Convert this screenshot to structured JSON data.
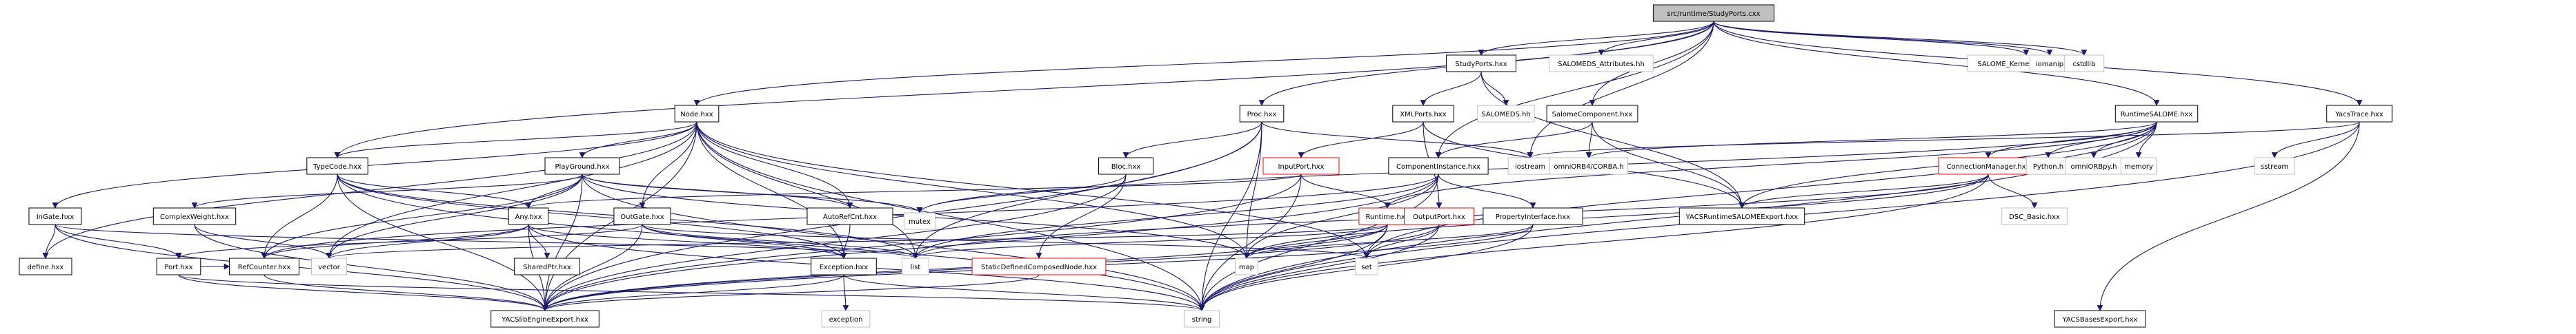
{
  "diagram": {
    "title": "src/runtime/StudyPorts.cxx",
    "kind": "include-dependency-graph",
    "colors": {
      "edge": "#191970",
      "node_border": "#000000",
      "external_border": "#bfbfbf",
      "truncated_border": "#ff0000",
      "root_fill": "#bfbfbf"
    },
    "nodes": [
      {
        "id": "root",
        "label": "src/runtime/StudyPorts.cxx",
        "style": "root"
      },
      {
        "id": "StudyPorts",
        "label": "StudyPorts.hxx",
        "style": "normal"
      },
      {
        "id": "SALOMEDS_Attributes",
        "label": "SALOMEDS_Attributes.hh",
        "style": "external"
      },
      {
        "id": "SALOME_KernelServices",
        "label": "SALOME_KernelServices.hxx",
        "style": "external"
      },
      {
        "id": "iomanip",
        "label": "iomanip",
        "style": "external"
      },
      {
        "id": "cstdlib",
        "label": "cstdlib",
        "style": "external"
      },
      {
        "id": "Node",
        "label": "Node.hxx",
        "style": "normal"
      },
      {
        "id": "Proc",
        "label": "Proc.hxx",
        "style": "normal"
      },
      {
        "id": "XMLPorts",
        "label": "XMLPorts.hxx",
        "style": "normal"
      },
      {
        "id": "SALOMEDS",
        "label": "SALOMEDS.hh",
        "style": "external"
      },
      {
        "id": "SalomeComponent",
        "label": "SalomeComponent.hxx",
        "style": "normal"
      },
      {
        "id": "RuntimeSALOME",
        "label": "RuntimeSALOME.hxx",
        "style": "normal"
      },
      {
        "id": "YacsTrace",
        "label": "YacsTrace.hxx",
        "style": "normal"
      },
      {
        "id": "TypeCode",
        "label": "TypeCode.hxx",
        "style": "normal"
      },
      {
        "id": "PlayGround",
        "label": "PlayGround.hxx",
        "style": "normal"
      },
      {
        "id": "Bloc",
        "label": "Bloc.hxx",
        "style": "normal"
      },
      {
        "id": "InputPort",
        "label": "InputPort.hxx",
        "style": "truncated"
      },
      {
        "id": "ComponentInstance",
        "label": "ComponentInstance.hxx",
        "style": "normal"
      },
      {
        "id": "iostream",
        "label": "iostream",
        "style": "external"
      },
      {
        "id": "omniORB4",
        "label": "omniORB4/CORBA.h",
        "style": "external"
      },
      {
        "id": "ConnectionManager",
        "label": "ConnectionManager.hxx",
        "style": "truncated"
      },
      {
        "id": "Python",
        "label": "Python.h",
        "style": "external"
      },
      {
        "id": "omniORBpy",
        "label": "omniORBpy.h",
        "style": "external"
      },
      {
        "id": "memory",
        "label": "memory",
        "style": "external"
      },
      {
        "id": "sstream",
        "label": "sstream",
        "style": "external"
      },
      {
        "id": "InGate",
        "label": "InGate.hxx",
        "style": "normal"
      },
      {
        "id": "ComplexWeight",
        "label": "ComplexWeight.hxx",
        "style": "normal"
      },
      {
        "id": "Any",
        "label": "Any.hxx",
        "style": "normal"
      },
      {
        "id": "OutGate",
        "label": "OutGate.hxx",
        "style": "normal"
      },
      {
        "id": "AutoRefCnt",
        "label": "AutoRefCnt.hxx",
        "style": "normal"
      },
      {
        "id": "mutex",
        "label": "mutex",
        "style": "external"
      },
      {
        "id": "Runtime",
        "label": "Runtime.hxx",
        "style": "truncated"
      },
      {
        "id": "OutputPort",
        "label": "OutputPort.hxx",
        "style": "truncated"
      },
      {
        "id": "PropertyInterface",
        "label": "PropertyInterface.hxx",
        "style": "normal"
      },
      {
        "id": "YACSRuntimeSALOMEExport",
        "label": "YACSRuntimeSALOMEExport.hxx",
        "style": "normal"
      },
      {
        "id": "DSC_Basic",
        "label": "DSC_Basic.hxx",
        "style": "external"
      },
      {
        "id": "define",
        "label": "define.hxx",
        "style": "normal"
      },
      {
        "id": "Port",
        "label": "Port.hxx",
        "style": "normal"
      },
      {
        "id": "RefCounter",
        "label": "RefCounter.hxx",
        "style": "normal"
      },
      {
        "id": "vector",
        "label": "vector",
        "style": "external"
      },
      {
        "id": "SharedPtr",
        "label": "SharedPtr.hxx",
        "style": "normal"
      },
      {
        "id": "Exception",
        "label": "Exception.hxx",
        "style": "normal"
      },
      {
        "id": "list",
        "label": "list",
        "style": "external"
      },
      {
        "id": "StaticDefinedComposedNode",
        "label": "StaticDefinedComposedNode.hxx",
        "style": "truncated"
      },
      {
        "id": "map",
        "label": "map",
        "style": "external"
      },
      {
        "id": "set",
        "label": "set",
        "style": "external"
      },
      {
        "id": "YACSlibEngineExport",
        "label": "YACSlibEngineExport.hxx",
        "style": "normal"
      },
      {
        "id": "exception",
        "label": "exception",
        "style": "external"
      },
      {
        "id": "string",
        "label": "string",
        "style": "external"
      },
      {
        "id": "YACSBasesExport",
        "label": "YACSBasesExport.hxx",
        "style": "normal"
      }
    ],
    "edges": [
      [
        "root",
        "StudyPorts"
      ],
      [
        "root",
        "SALOMEDS_Attributes"
      ],
      [
        "root",
        "SALOME_KernelServices"
      ],
      [
        "root",
        "iomanip"
      ],
      [
        "root",
        "cstdlib"
      ],
      [
        "root",
        "Node"
      ],
      [
        "root",
        "Proc"
      ],
      [
        "root",
        "ComponentInstance"
      ],
      [
        "root",
        "iostream"
      ],
      [
        "root",
        "SalomeComponent"
      ],
      [
        "root",
        "RuntimeSALOME"
      ],
      [
        "root",
        "YacsTrace"
      ],
      [
        "root",
        "TypeCode"
      ],
      [
        "StudyPorts",
        "XMLPorts"
      ],
      [
        "StudyPorts",
        "SALOMEDS"
      ],
      [
        "StudyPorts",
        "YACSRuntimeSALOMEExport"
      ],
      [
        "Node",
        "InGate"
      ],
      [
        "Node",
        "define"
      ],
      [
        "Node",
        "TypeCode"
      ],
      [
        "Node",
        "PlayGround"
      ],
      [
        "Node",
        "OutGate"
      ],
      [
        "Node",
        "AutoRefCnt"
      ],
      [
        "Node",
        "Exception"
      ],
      [
        "Node",
        "list"
      ],
      [
        "Node",
        "map"
      ],
      [
        "Node",
        "set"
      ],
      [
        "Node",
        "string"
      ],
      [
        "Node",
        "vector"
      ],
      [
        "Node",
        "YACSlibEngineExport"
      ],
      [
        "Proc",
        "Bloc"
      ],
      [
        "Proc",
        "map"
      ],
      [
        "Proc",
        "string"
      ],
      [
        "Proc",
        "list"
      ],
      [
        "Proc",
        "iostream"
      ],
      [
        "Proc",
        "YACSlibEngineExport"
      ],
      [
        "XMLPorts",
        "InputPort"
      ],
      [
        "XMLPorts",
        "OutputPort"
      ],
      [
        "XMLPorts",
        "YACSRuntimeSALOMEExport"
      ],
      [
        "SalomeComponent",
        "ComponentInstance"
      ],
      [
        "SalomeComponent",
        "omniORB4"
      ],
      [
        "SalomeComponent",
        "YACSRuntimeSALOMEExport"
      ],
      [
        "RuntimeSALOME",
        "ConnectionManager"
      ],
      [
        "RuntimeSALOME",
        "Python"
      ],
      [
        "RuntimeSALOME",
        "omniORBpy"
      ],
      [
        "RuntimeSALOME",
        "memory"
      ],
      [
        "RuntimeSALOME",
        "omniORB4"
      ],
      [
        "RuntimeSALOME",
        "Runtime"
      ],
      [
        "RuntimeSALOME",
        "YACSRuntimeSALOMEExport"
      ],
      [
        "RuntimeSALOME",
        "mutex"
      ],
      [
        "RuntimeSALOME",
        "set"
      ],
      [
        "RuntimeSALOME",
        "string"
      ],
      [
        "YacsTrace",
        "iostream"
      ],
      [
        "YacsTrace",
        "sstream"
      ],
      [
        "YacsTrace",
        "YACSBasesExport"
      ],
      [
        "YacsTrace",
        "string"
      ],
      [
        "TypeCode",
        "Any"
      ],
      [
        "TypeCode",
        "RefCounter"
      ],
      [
        "TypeCode",
        "Exception"
      ],
      [
        "TypeCode",
        "string"
      ],
      [
        "TypeCode",
        "list"
      ],
      [
        "TypeCode",
        "YACSlibEngineExport"
      ],
      [
        "PlayGround",
        "ComplexWeight"
      ],
      [
        "PlayGround",
        "Any"
      ],
      [
        "PlayGround",
        "AutoRefCnt"
      ],
      [
        "PlayGround",
        "mutex"
      ],
      [
        "PlayGround",
        "vector"
      ],
      [
        "PlayGround",
        "map"
      ],
      [
        "PlayGround",
        "string"
      ],
      [
        "PlayGround",
        "RefCounter"
      ],
      [
        "PlayGround",
        "YACSlibEngineExport"
      ],
      [
        "Bloc",
        "StaticDefinedComposedNode"
      ],
      [
        "Bloc",
        "mutex"
      ],
      [
        "Bloc",
        "YACSlibEngineExport"
      ],
      [
        "InputPort",
        "Any"
      ],
      [
        "InputPort",
        "Runtime"
      ],
      [
        "InputPort",
        "string"
      ],
      [
        "InputPort",
        "YACSlibEngineExport"
      ],
      [
        "ComponentInstance",
        "PropertyInterface"
      ],
      [
        "ComponentInstance",
        "RefCounter"
      ],
      [
        "ComponentInstance",
        "map"
      ],
      [
        "ComponentInstance",
        "list"
      ],
      [
        "ComponentInstance",
        "string"
      ],
      [
        "ComponentInstance",
        "YACSlibEngineExport"
      ],
      [
        "ConnectionManager",
        "YACSRuntimeSALOMEExport"
      ],
      [
        "ConnectionManager",
        "DSC_Basic"
      ],
      [
        "ConnectionManager",
        "map"
      ],
      [
        "ConnectionManager",
        "string"
      ],
      [
        "ConnectionManager",
        "list"
      ],
      [
        "InGate",
        "define"
      ],
      [
        "InGate",
        "Port"
      ],
      [
        "InGate",
        "list"
      ],
      [
        "InGate",
        "YACSlibEngineExport"
      ],
      [
        "ComplexWeight",
        "vector"
      ],
      [
        "ComplexWeight",
        "YACSlibEngineExport"
      ],
      [
        "Any",
        "RefCounter"
      ],
      [
        "Any",
        "vector"
      ],
      [
        "Any",
        "SharedPtr"
      ],
      [
        "Any",
        "Exception"
      ],
      [
        "Any",
        "YACSlibEngineExport"
      ],
      [
        "Any",
        "string"
      ],
      [
        "OutGate",
        "Port"
      ],
      [
        "OutGate",
        "Exception"
      ],
      [
        "OutGate",
        "list"
      ],
      [
        "OutGate",
        "set"
      ],
      [
        "OutGate",
        "YACSlibEngineExport"
      ],
      [
        "AutoRefCnt",
        "Exception"
      ],
      [
        "Runtime",
        "map"
      ],
      [
        "Runtime",
        "set"
      ],
      [
        "Runtime",
        "list"
      ],
      [
        "Runtime",
        "vector"
      ],
      [
        "Runtime",
        "string"
      ],
      [
        "Runtime",
        "YACSlibEngineExport"
      ],
      [
        "OutputPort",
        "set"
      ],
      [
        "OutputPort",
        "string"
      ],
      [
        "OutputPort",
        "YACSlibEngineExport"
      ],
      [
        "PropertyInterface",
        "map"
      ],
      [
        "PropertyInterface",
        "string"
      ],
      [
        "PropertyInterface",
        "YACSlibEngineExport"
      ],
      [
        "Port",
        "RefCounter"
      ],
      [
        "Port",
        "string"
      ],
      [
        "Port",
        "YACSlibEngineExport"
      ],
      [
        "RefCounter",
        "YACSlibEngineExport"
      ],
      [
        "Exception",
        "exception"
      ],
      [
        "Exception",
        "string"
      ],
      [
        "Exception",
        "YACSlibEngineExport"
      ],
      [
        "StaticDefinedComposedNode",
        "YACSlibEngineExport"
      ]
    ]
  }
}
